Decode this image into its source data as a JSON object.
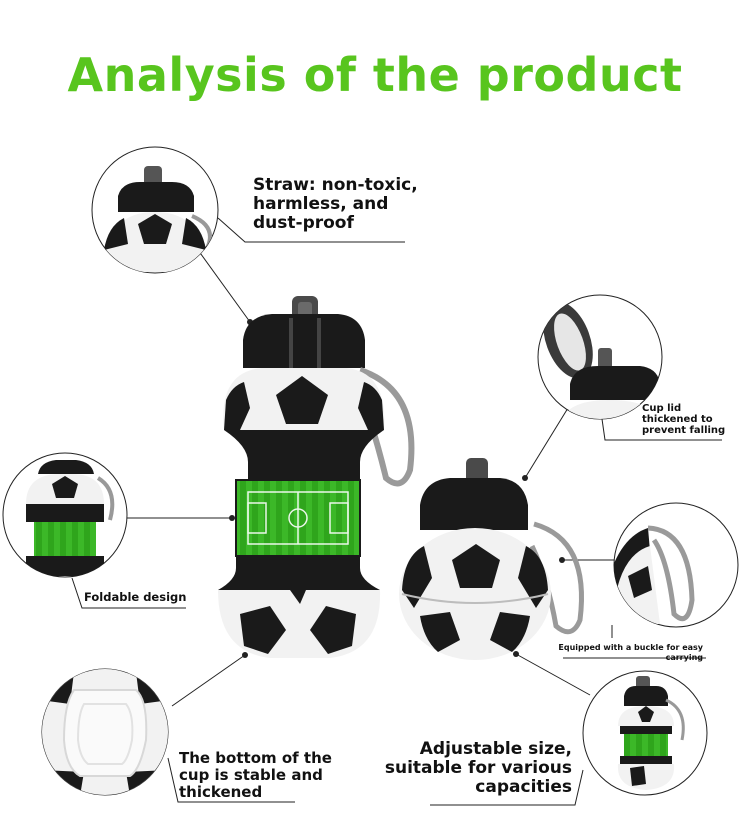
{
  "title": "Analysis of the product",
  "colors": {
    "title_green": "#58c51e",
    "field_green": "#2fa51c",
    "cap_black": "#1a1a1a",
    "ball_white": "#f4f4f4"
  },
  "callouts": {
    "straw": {
      "lines": [
        "Straw: non-toxic,",
        "harmless, and",
        "dust-proof"
      ]
    },
    "lid": {
      "lines": [
        "Cup lid",
        "thickened to",
        "prevent falling"
      ]
    },
    "fold": {
      "lines": [
        "Foldable design"
      ]
    },
    "buckle": {
      "lines": [
        "Equipped with a buckle for easy",
        "carrying"
      ]
    },
    "bottom": {
      "lines": [
        "The bottom of the",
        "cup is stable and",
        "thickened"
      ]
    },
    "size": {
      "lines": [
        "Adjustable size,",
        "suitable for various",
        "capacities"
      ]
    }
  }
}
